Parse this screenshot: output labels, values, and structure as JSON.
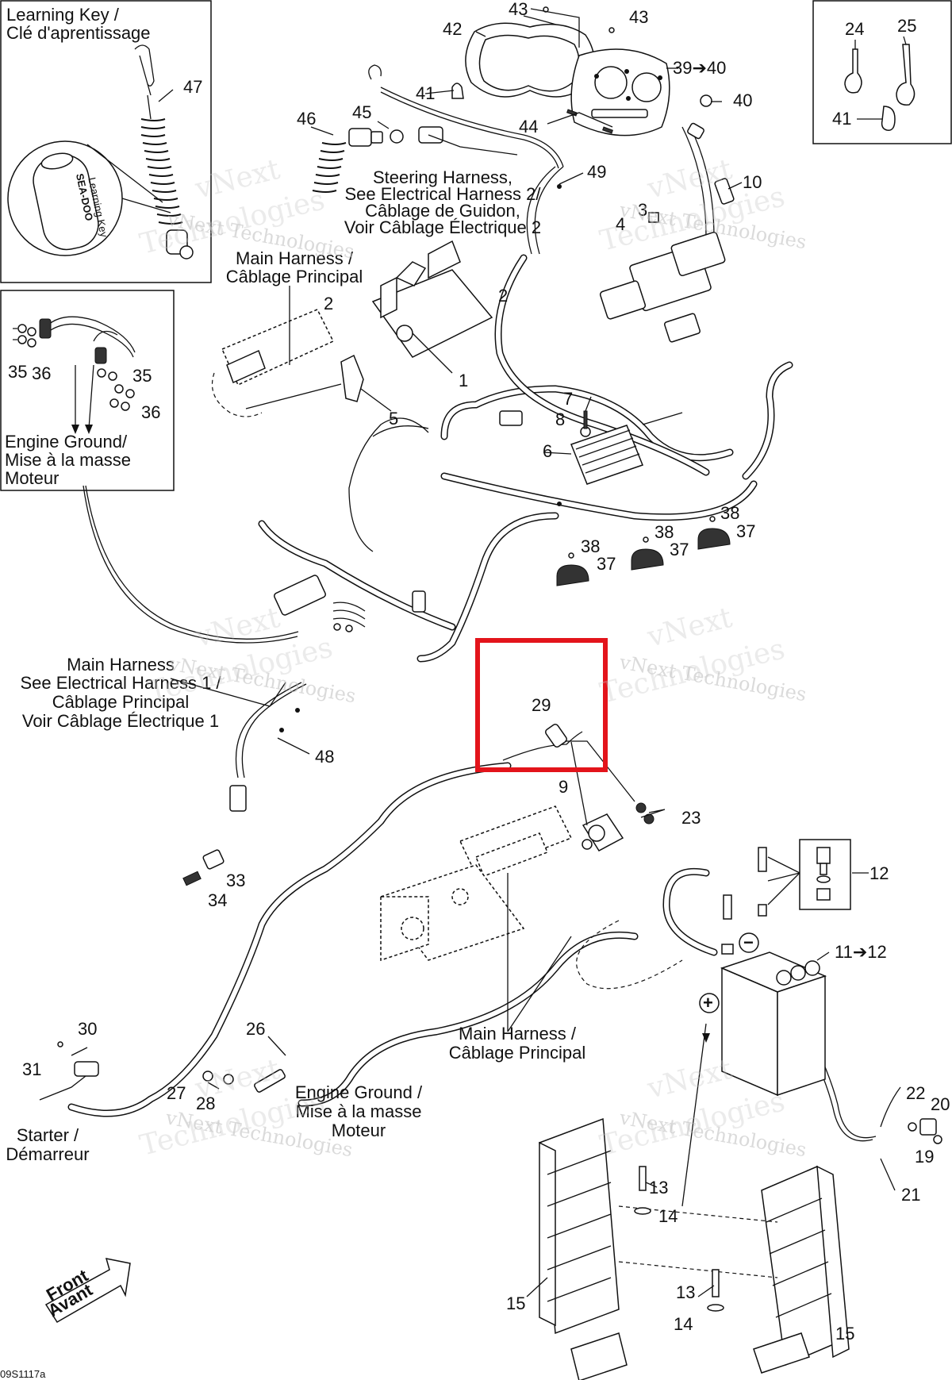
{
  "inset_learning_key": {
    "title_en": "Learning Key /",
    "title_fr": "Clé d'aprentissage",
    "ref": "47"
  },
  "inset_ties": {
    "refs": [
      "24",
      "25",
      "41"
    ]
  },
  "inset_engine_ground": {
    "refs": [
      "35",
      "36",
      "35",
      "36"
    ],
    "label_lines": [
      "Engine Ground/",
      "Mise à la masse",
      "Moteur"
    ]
  },
  "callouts": {
    "c43a": "43",
    "c43b": "43",
    "c42": "42",
    "c39_40": "39➔40",
    "c40": "40",
    "c41": "41",
    "c44": "44",
    "c45": "45",
    "c46": "46",
    "c49": "49",
    "c10": "10",
    "c3": "3",
    "c4": "4",
    "c2a": "2",
    "c2b": "2",
    "c1": "1",
    "c5": "5",
    "c7": "7",
    "c8": "8",
    "c6": "6",
    "c38a": "38",
    "c37a": "37",
    "c38b": "38",
    "c37b": "37",
    "c38c": "38",
    "c37c": "37",
    "c29": "29",
    "c48": "48",
    "c9": "9",
    "c23": "23",
    "c33": "33",
    "c34": "34",
    "c12": "12",
    "c11_12": "11➔12",
    "c30": "30",
    "c31": "31",
    "c26": "26",
    "c27": "27",
    "c28": "28",
    "c22": "22",
    "c20": "20",
    "c19": "19",
    "c21": "21",
    "c13a": "13",
    "c14a": "14",
    "c13b": "13",
    "c14b": "14",
    "c15a": "15",
    "c15b": "15"
  },
  "labels": {
    "steering_harness": [
      "Steering Harness,",
      "See Electrical Harness 2/",
      "Câblage de Guidon,",
      "Voir Câblage Électrique 2"
    ],
    "main_harness_top": [
      "Main Harness /",
      "Câblage Principal"
    ],
    "main_harness_left": [
      "Main Harness",
      "See Electrical Harness 1 /",
      "Câblage Principal",
      "Voir Câblage Électrique 1"
    ],
    "main_harness_bottom": [
      "Main Harness /",
      "Câblage Principal"
    ],
    "engine_ground_bottom": [
      "Engine Ground /",
      "Mise à la masse",
      "Moteur"
    ],
    "starter": [
      "Starter /",
      "Démarreur"
    ],
    "front": [
      "Front",
      "Avant"
    ],
    "battery_minus": "−",
    "battery_plus": "+"
  },
  "key_text": {
    "brand": "SEA-DOO",
    "sub": "Learning Key"
  },
  "watermark": {
    "line1": "vNext Technologies",
    "line2": "Technologies",
    "line3": "vNext"
  },
  "drawing_code": "09S1117a",
  "highlight": {
    "color": "#e3141b",
    "target_ref": "29"
  }
}
